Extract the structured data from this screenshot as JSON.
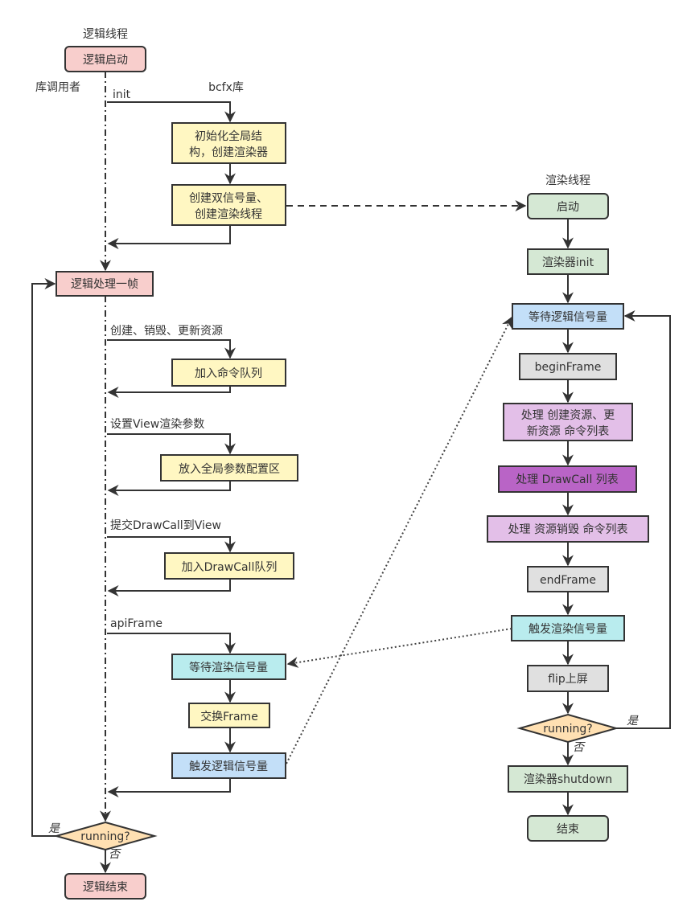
{
  "colors": {
    "pink": "#f8cecc",
    "yellow": "#fff7c2",
    "green": "#d5e8d4",
    "blue": "#c3dff8",
    "cyan": "#b9ecee",
    "gray": "#e0e0e0",
    "lavender": "#e3bfe8",
    "purple": "#b964c6",
    "orange": "#ffe0b2"
  },
  "logic": {
    "title": "逻辑线程",
    "caller_label": "库调用者",
    "lib_label": "bcfx库",
    "start": "逻辑启动",
    "init_label": "init",
    "init_box": [
      "初始化全局结",
      "构，创建渲染器"
    ],
    "create_box": [
      "创建双信号量、",
      "创建渲染线程"
    ],
    "frame": "逻辑处理一帧",
    "res_label": "创建、销毁、更新资源",
    "res_box": "加入命令队列",
    "view_label": "设置View渲染参数",
    "view_box": "放入全局参数配置区",
    "draw_label": "提交DrawCall到View",
    "draw_box": "加入DrawCall队列",
    "api_label": "apiFrame",
    "wait_render": "等待渲染信号量",
    "swap": "交换Frame",
    "signal_logic": "触发逻辑信号量",
    "running": "running?",
    "yes": "是",
    "no": "否",
    "end": "逻辑结束"
  },
  "render": {
    "title": "渲染线程",
    "start": "启动",
    "init": "渲染器init",
    "wait_logic": "等待逻辑信号量",
    "begin": "beginFrame",
    "process_create": [
      "处理 创建资源、更",
      "新资源 命令列表"
    ],
    "process_draw": "处理 DrawCall 列表",
    "process_destroy": "处理 资源销毁 命令列表",
    "end_frame": "endFrame",
    "signal_render": "触发渲染信号量",
    "flip": "flip上屏",
    "running": "running?",
    "yes": "是",
    "no": "否",
    "shutdown": "渲染器shutdown",
    "end": "结束"
  }
}
